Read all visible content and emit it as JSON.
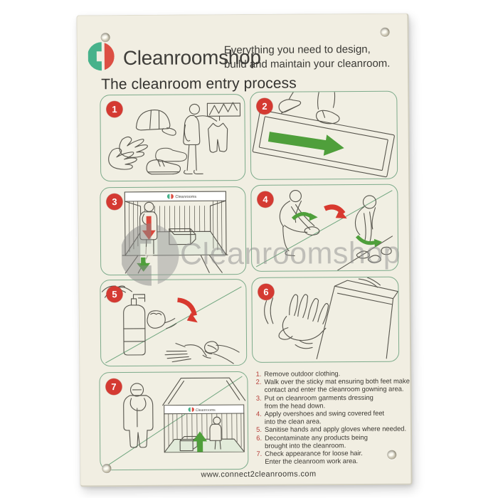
{
  "header": {
    "brand": "Cleanroomshop",
    "tagline_line1": "Everything you need to design,",
    "tagline_line2": "build and maintain your cleanroom."
  },
  "title": "The cleanroom entry process",
  "watermark": {
    "text": "Cleanroomshop"
  },
  "mini_banner": {
    "label": "Cleanrooms"
  },
  "panels": [
    {
      "number": "1"
    },
    {
      "number": "2"
    },
    {
      "number": "3"
    },
    {
      "number": "4"
    },
    {
      "number": "5"
    },
    {
      "number": "6"
    },
    {
      "number": "7"
    }
  ],
  "steps": [
    {
      "num": "1.",
      "line1": "Remove outdoor clothing.",
      "line2": ""
    },
    {
      "num": "2.",
      "line1": "Walk over the sticky mat ensuring both feet make",
      "line2": "contact and enter the cleanroom gowning area."
    },
    {
      "num": "3.",
      "line1": "Put on cleanroom garments dressing",
      "line2": "from the head down."
    },
    {
      "num": "4.",
      "line1": "Apply overshoes and swing covered feet",
      "line2": "into the clean area."
    },
    {
      "num": "5.",
      "line1": "Sanitise hands and apply gloves where needed.",
      "line2": ""
    },
    {
      "num": "6.",
      "line1": "Decontaminate any products being",
      "line2": "brought into the cleanroom.",
      "line3": ""
    },
    {
      "num": "7.",
      "line1": "Check appearance for loose hair.",
      "line2": "Enter the cleanroom work area."
    }
  ],
  "footer": {
    "url": "www.connect2cleanrooms.com"
  },
  "colors": {
    "plate_bg": "#f1eee2",
    "panel_border": "#7dab8b",
    "badge_red": "#d43a32",
    "logo_green": "#47b28b",
    "logo_red": "#dc4f43",
    "arrow_green": "#4f9f3b",
    "arrow_red": "#d8392f",
    "text_dark": "#3b3a36",
    "watermark_grey": "#8f8f8f"
  }
}
